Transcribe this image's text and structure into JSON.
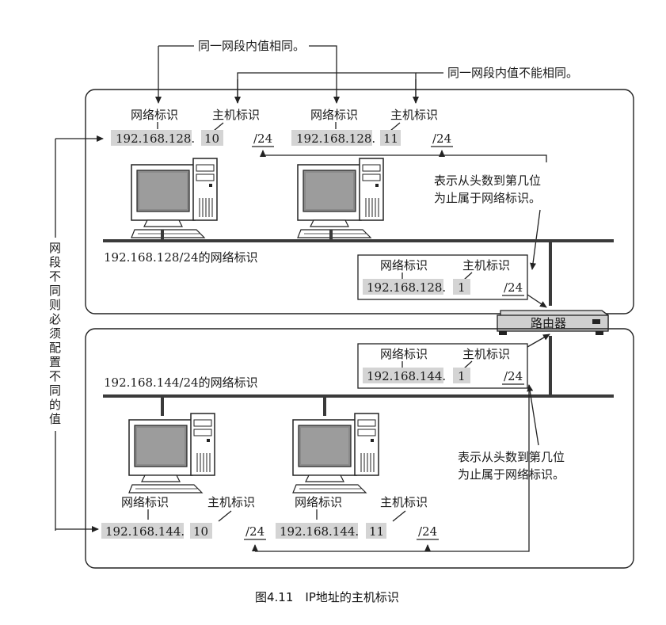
{
  "annotations": {
    "same_value": "同一网段内值相同。",
    "different_value": "同一网段内值不能相同。",
    "vertical_note": [
      "网",
      "段",
      "不",
      "同",
      "则",
      "必",
      "须",
      "配",
      "置",
      "不",
      "同",
      "的",
      "值"
    ],
    "prefix_note_line1": "表示从头数到第几位",
    "prefix_note_line2": "为止属于网络标识。"
  },
  "labels": {
    "network_id": "网络标识",
    "host_id": "主机标识",
    "router": "路由器"
  },
  "top_segment": {
    "network_label": "192.168.128/24的网络标识",
    "host_a": {
      "network": "192.168.128.",
      "host": "10",
      "prefix": "/24"
    },
    "host_b": {
      "network": "192.168.128.",
      "host": "11",
      "prefix": "/24"
    },
    "router_if": {
      "network": "192.168.128.",
      "host": "1",
      "prefix": "/24"
    }
  },
  "bottom_segment": {
    "network_label": "192.168.144/24的网络标识",
    "host_a": {
      "network": "192.168.144.",
      "host": "10",
      "prefix": "/24"
    },
    "host_b": {
      "network": "192.168.144.",
      "host": "11",
      "prefix": "/24"
    },
    "router_if": {
      "network": "192.168.144.",
      "host": "1",
      "prefix": "/24"
    }
  },
  "caption": "图4.11　IP地址的主机标识"
}
